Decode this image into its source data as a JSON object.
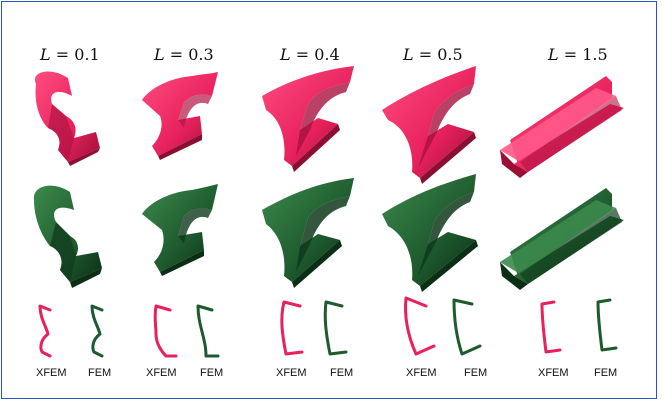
{
  "columns": [
    {
      "L_var": "L",
      "L_value": " = 0.1"
    },
    {
      "L_var": "L",
      "L_value": " = 0.3"
    },
    {
      "L_var": "L",
      "L_value": " = 0.4"
    },
    {
      "L_var": "L",
      "L_value": " = 0.5"
    },
    {
      "L_var": "L",
      "L_value": " = 1.5"
    }
  ],
  "section_labels": {
    "xfem": "XFEM",
    "fem": "FEM"
  },
  "colors": {
    "xfem": "#e8215c",
    "xfem_dark": "#a8123f",
    "fem": "#1e5a2e",
    "fem_dark": "#0f3a1b",
    "frame": "#2b50d6"
  }
}
